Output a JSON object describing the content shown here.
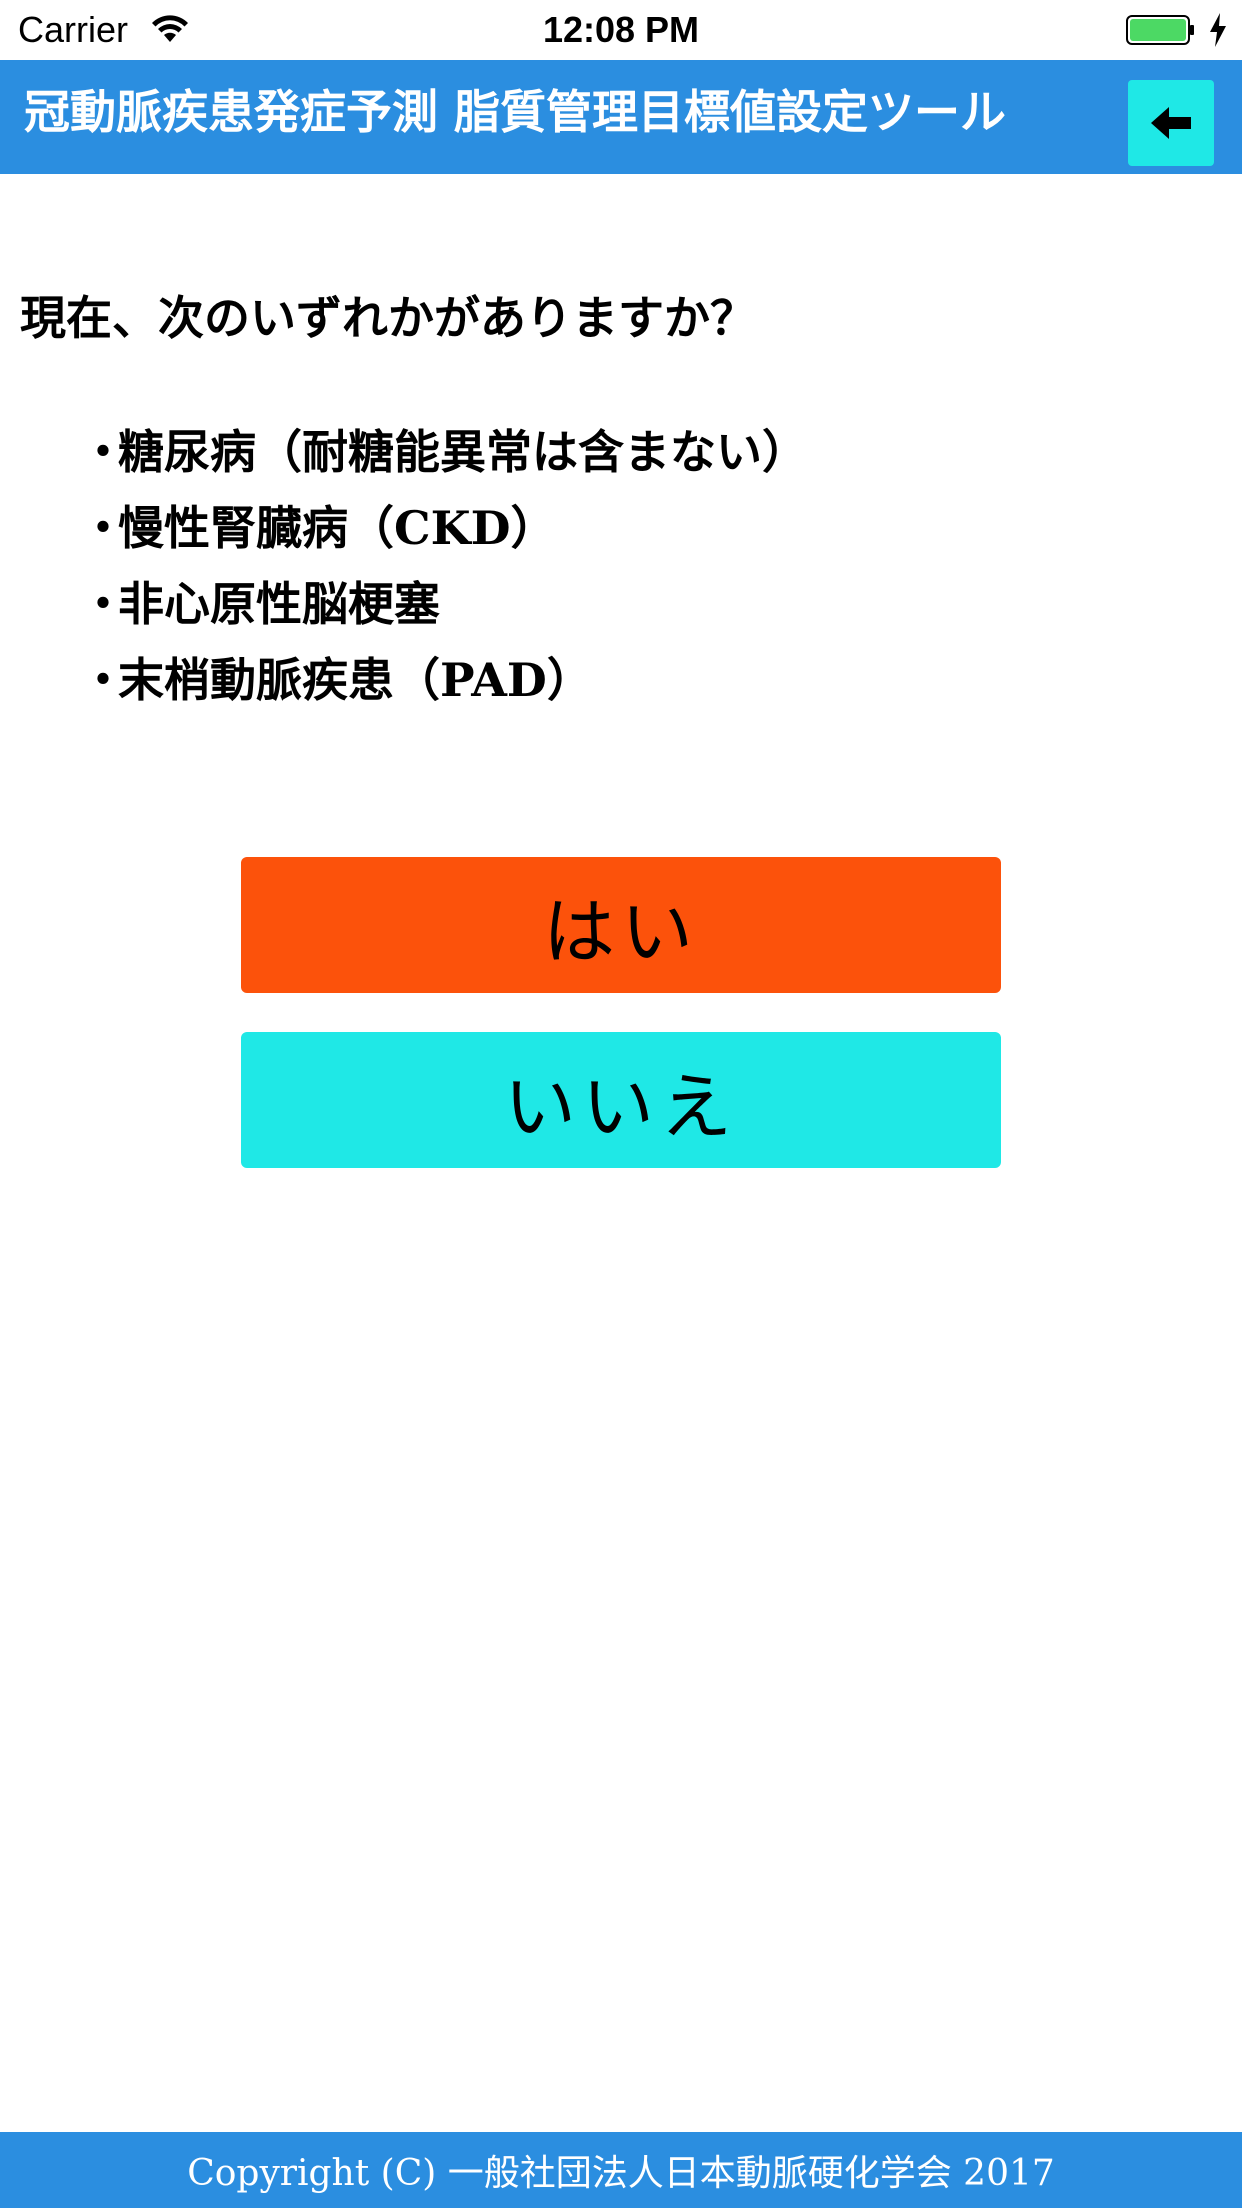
{
  "status_bar": {
    "carrier": "Carrier",
    "time": "12:08 PM",
    "icons": [
      "wifi-icon",
      "battery-icon",
      "charging-bolt-icon"
    ]
  },
  "header": {
    "title": "冠動脈疾患発症予測 脂質管理目標値設定ツール",
    "back_icon": "arrow-left-icon",
    "background_color": "#2b8ee0",
    "back_button_color": "#1fe8e6"
  },
  "question": {
    "text": "現在、次のいずれかがありますか？",
    "bullet": "・",
    "items": [
      "糖尿病（耐糖能異常は含まない）",
      "慢性腎臓病（CKD）",
      "非心原性脳梗塞",
      "末梢動脈疾患（PAD）"
    ]
  },
  "buttons": {
    "yes_label": "はい",
    "no_label": "いいえ",
    "yes_color": "#fc520b",
    "no_color": "#1fe8e6"
  },
  "footer": {
    "copyright": "Copyright (C) 一般社団法人日本動脈硬化学会 2017"
  }
}
